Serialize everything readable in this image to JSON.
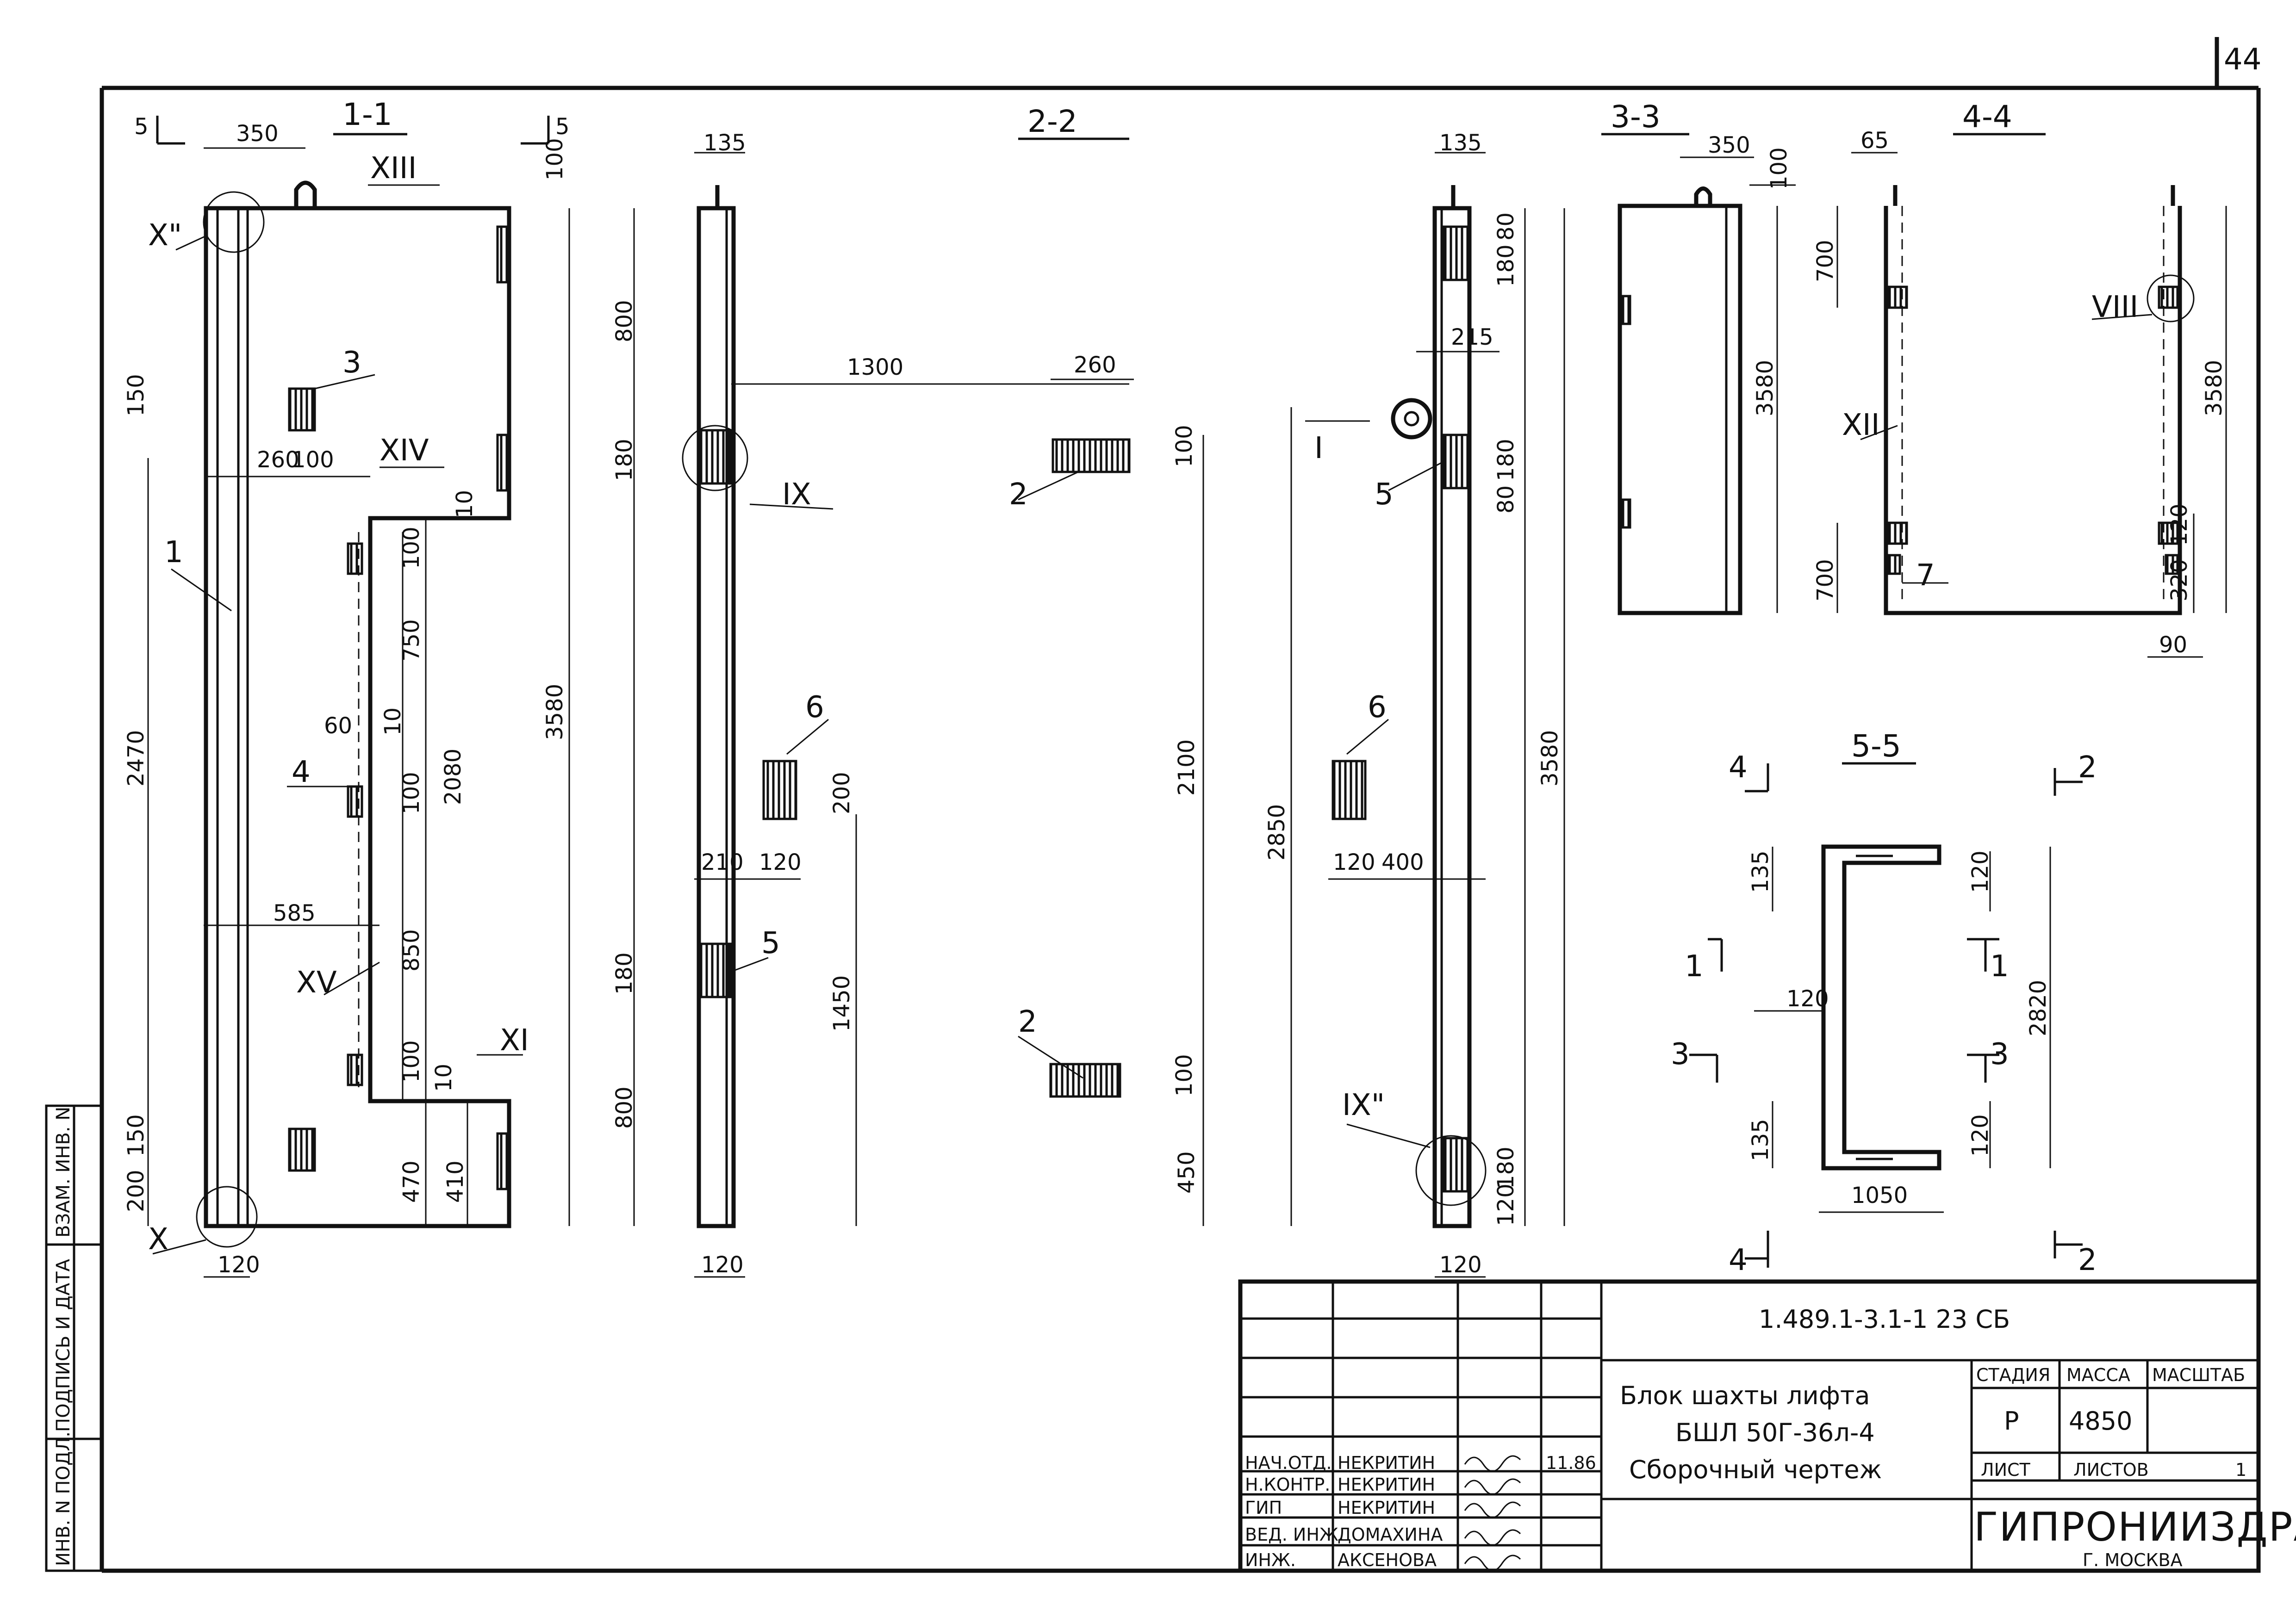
{
  "page_number": "44",
  "sections": {
    "s11": "1-1",
    "s22": "2-2",
    "s33": "3-3",
    "s44": "4-4",
    "s55": "5-5"
  },
  "section_marks": {
    "m5": "5",
    "m4": "4",
    "m2": "2",
    "m1": "1",
    "m3": "3"
  },
  "dims_11": [
    "350",
    "100",
    "150",
    "260",
    "100",
    "2470",
    "10",
    "100",
    "750",
    "60",
    "10",
    "100",
    "2080",
    "3580",
    "585",
    "850",
    "100",
    "10",
    "150",
    "200",
    "470",
    "410",
    "120"
  ],
  "dims_22": [
    "135",
    "800",
    "180",
    "1300",
    "260",
    "100",
    "2100",
    "210",
    "120",
    "200",
    "1450",
    "180",
    "800",
    "100",
    "450",
    "120",
    "135",
    "80",
    "180",
    "215",
    "180",
    "80",
    "2850",
    "120",
    "400",
    "3580",
    "180",
    "120",
    "120"
  ],
  "dims_33": [
    "350",
    "100",
    "3580"
  ],
  "dims_44": [
    "65",
    "700",
    "3580",
    "120",
    "320",
    "700",
    "90"
  ],
  "dims_55": [
    "135",
    "120",
    "120",
    "2820",
    "135",
    "120",
    "1050"
  ],
  "callouts": {
    "X_top": "X\"",
    "XIII": "XIII",
    "XIV": "XIV",
    "XV": "XV",
    "XI": "XI",
    "X_bot": "X",
    "IX": "IX",
    "IX_bot": "IX\"",
    "I": "I",
    "XII": "XII",
    "VIII": "VIII"
  },
  "positions": {
    "p1": "1",
    "p2a": "2",
    "p2b": "2",
    "p3": "3",
    "p4": "4",
    "p5a": "5",
    "p5b": "5",
    "p6a": "6",
    "p6b": "6",
    "p7": "7"
  },
  "side_stamp": [
    "ИНВ. N ПОДЛ.",
    "ПОДПИСЬ И ДАТА",
    "ВЗАМ. ИНВ. N"
  ],
  "title_block": {
    "doc_code": "1.489.1-3.1-1  23 СБ",
    "title_line1": "Блок шахты лифта",
    "title_line2": "БШЛ 50Г-36л-4",
    "title_line3": "Сборочный чертеж",
    "stage_label": "СТАДИЯ",
    "mass_label": "МАССА",
    "scale_label": "МАСШТАБ",
    "stage": "Р",
    "mass": "4850",
    "sheet_label": "ЛИСТ",
    "sheets_label": "ЛИСТОВ",
    "sheets": "1",
    "org": "ГИПРОНИИЗДРАВ",
    "city": "Г. МОСКВА",
    "date": "11.86",
    "roles": [
      {
        "role": "НАЧ.ОТД.",
        "name": "НЕКРИТИН"
      },
      {
        "role": "Н.КОНТР.",
        "name": "НЕКРИТИН"
      },
      {
        "role": "ГИП",
        "name": "НЕКРИТИН"
      },
      {
        "role": "ВЕД. ИНЖ.",
        "name": "ДОМАХИНА"
      },
      {
        "role": "ИНЖ.",
        "name": "АКСЕНОВА"
      }
    ]
  }
}
